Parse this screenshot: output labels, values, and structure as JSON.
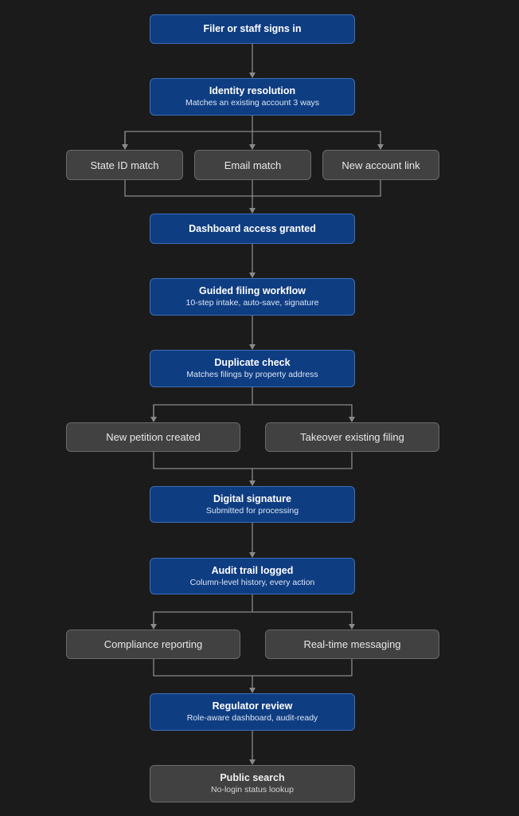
{
  "colors": {
    "background": "#1b1b1b",
    "primary_fill": "#0f3d82",
    "primary_border": "#3f6fb8",
    "secondary_fill": "#414141",
    "secondary_border": "#6a6a6a",
    "connector": "#8a8a8a"
  },
  "steps": {
    "sign_in": {
      "title": "Filer or staff signs in"
    },
    "identity": {
      "title": "Identity resolution",
      "subtitle": "Matches an existing account 3 ways"
    },
    "state_id": {
      "title": "State ID match"
    },
    "email": {
      "title": "Email match"
    },
    "new_account": {
      "title": "New account link"
    },
    "dashboard": {
      "title": "Dashboard access granted"
    },
    "guided": {
      "title": "Guided filing workflow",
      "subtitle": "10-step intake, auto-save, signature"
    },
    "duplicate": {
      "title": "Duplicate check",
      "subtitle": "Matches filings by property address"
    },
    "new_petition": {
      "title": "New petition created"
    },
    "takeover": {
      "title": "Takeover existing filing"
    },
    "signature": {
      "title": "Digital signature",
      "subtitle": "Submitted for processing"
    },
    "audit": {
      "title": "Audit trail logged",
      "subtitle": "Column-level history, every action"
    },
    "compliance": {
      "title": "Compliance reporting"
    },
    "messaging": {
      "title": "Real-time messaging"
    },
    "regulator": {
      "title": "Regulator review",
      "subtitle": "Role-aware dashboard, audit-ready"
    },
    "public_search": {
      "title": "Public search",
      "subtitle": "No-login status lookup"
    }
  }
}
